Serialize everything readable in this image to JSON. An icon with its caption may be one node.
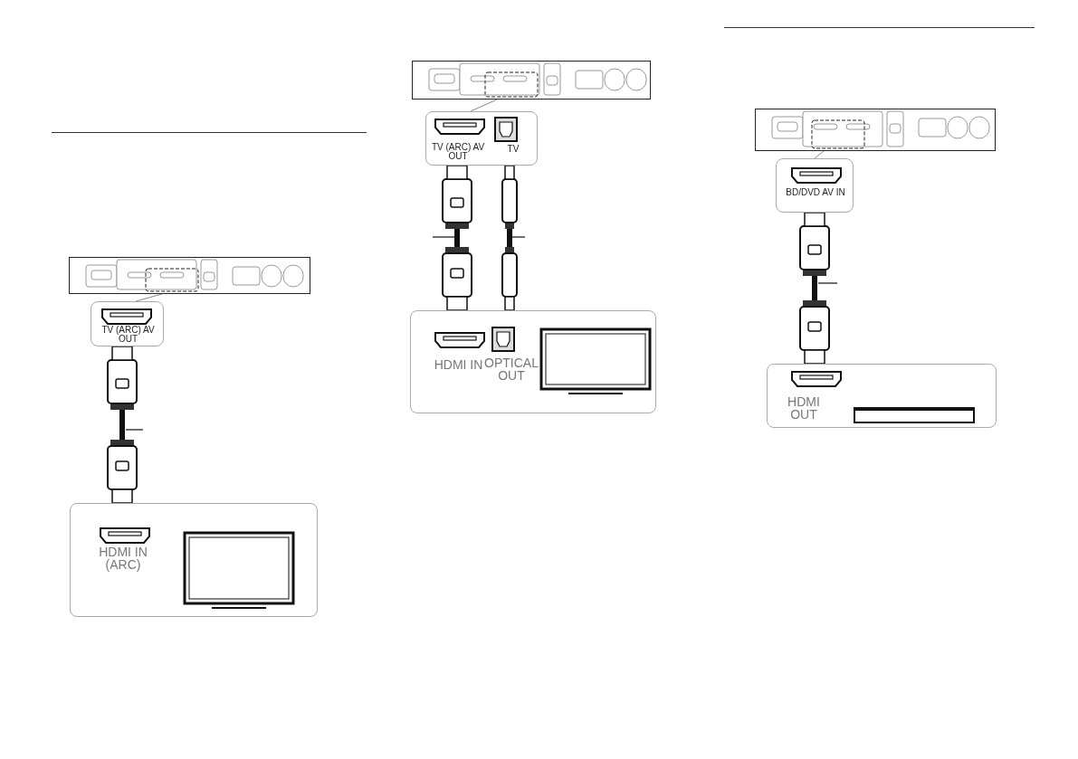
{
  "diagram": {
    "nodes": [
      {
        "text": [],
        "shape": "box"
      },
      {
        "text": [
          "TV (ARC) AV OUT"
        ]
      },
      {
        "text": [
          "HDMI IN (ARC)"
        ]
      },
      {
        "text": [],
        "shape": "box"
      },
      {
        "text": [
          "TV (ARC) AV OUT",
          "TV"
        ]
      },
      {
        "text": [
          "HDMI IN",
          "OPTICAL OUT"
        ]
      },
      {
        "text": [],
        "shape": "box"
      },
      {
        "text": [
          "BD/DVD AV IN"
        ]
      },
      {
        "text": [
          "HDMI OUT"
        ]
      }
    ],
    "edges": [
      {
        "from": 0,
        "to": 1,
        "arrow": "none",
        "color": "#888888"
      },
      {
        "from": 1,
        "to": 2,
        "arrow": "other"
      },
      {
        "from": 3,
        "to": 4,
        "arrow": "none",
        "color": "#888888"
      },
      {
        "from": 4,
        "to": 5,
        "arrow": "other"
      },
      {
        "from": 4,
        "to": 5,
        "arrow": "other"
      },
      {
        "from": 6,
        "to": 7,
        "arrow": "none",
        "color": "#888888"
      },
      {
        "from": 7,
        "to": 8,
        "arrow": "other"
      }
    ]
  }
}
